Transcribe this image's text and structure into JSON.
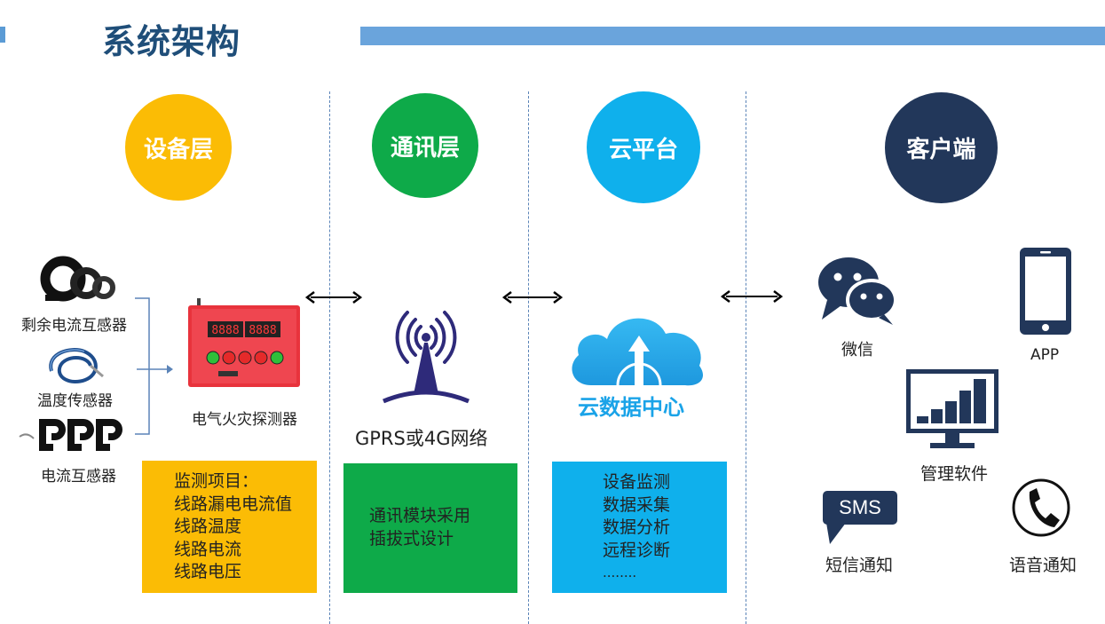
{
  "page": {
    "title": "系统架构"
  },
  "colors": {
    "title": "#1f4e79",
    "bar": "#6aa4dc",
    "device": "#fbbc05",
    "comm": "#0eaa49",
    "cloud": "#0fb0ec",
    "client": "#22375a"
  },
  "layers": {
    "device": "设备层",
    "comm": "通讯层",
    "cloud": "云平台",
    "client": "客户端"
  },
  "device": {
    "sensor1": "剩余电流互感器",
    "sensor2": "温度传感器",
    "sensor3": "电流互感器",
    "detector": "电气火灾探测器",
    "detector_digits": [
      "8888",
      "8888"
    ],
    "box": [
      "监测项目：",
      "线路漏电电流值",
      "线路温度",
      "线路电流",
      "线路电压"
    ]
  },
  "comm": {
    "network": "GPRS或4G网络",
    "box": [
      "通讯模块采用",
      "插拔式设计"
    ]
  },
  "cloud": {
    "center": "云数据中心",
    "box": [
      "设备监测",
      "数据采集",
      "数据分析",
      "远程诊断",
      "........"
    ]
  },
  "client": {
    "wechat": "微信",
    "app": "APP",
    "software": "管理软件",
    "sms_badge": "SMS",
    "sms": "短信通知",
    "voice": "语音通知"
  }
}
